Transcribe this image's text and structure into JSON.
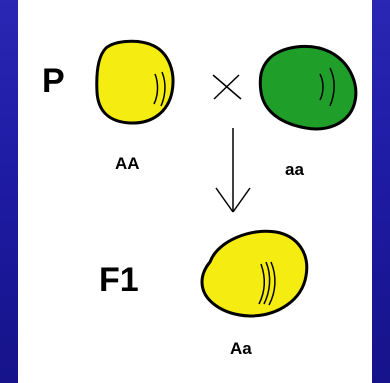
{
  "diagram": {
    "parent_label": "P",
    "offspring_label": "F1",
    "cross_symbol": "×",
    "parent1_genotype": "AA",
    "parent2_genotype": "aa",
    "offspring_genotype": "Aa"
  },
  "colors": {
    "background_blue": "#1f1ca6",
    "card_white": "#ffffff",
    "yellow_pea": "#f5ec12",
    "green_pea": "#1f9f2a",
    "outline": "#000000"
  },
  "icons": [
    "yellow-pea-icon",
    "green-pea-icon",
    "cross-icon",
    "down-arrow-icon"
  ]
}
